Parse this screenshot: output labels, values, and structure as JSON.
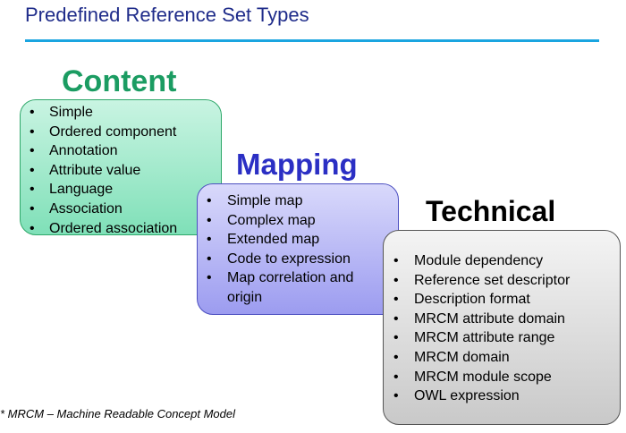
{
  "title": "Predefined Reference Set Types",
  "content": {
    "heading": "Content",
    "items": [
      "Simple",
      "Ordered component",
      "Annotation",
      "Attribute value",
      "Language",
      "Association",
      "Ordered association"
    ]
  },
  "mapping": {
    "heading": "Mapping",
    "items": [
      "Simple map",
      "Complex map",
      "Extended map",
      "Code to expression",
      "Map correlation and origin"
    ]
  },
  "technical": {
    "heading": "Technical",
    "items": [
      "Module dependency",
      "Reference set descriptor",
      "Description format",
      "MRCM attribute domain",
      "MRCM attribute range",
      "MRCM domain",
      "MRCM module scope",
      "OWL expression"
    ]
  },
  "footnote": "* MRCM – Machine Readable Concept Model",
  "colors": {
    "title": "#1f2c8a",
    "rule": "#1aa5e0",
    "content": "#1b9c62",
    "mapping": "#2b2fc4",
    "technical": "#000000"
  }
}
